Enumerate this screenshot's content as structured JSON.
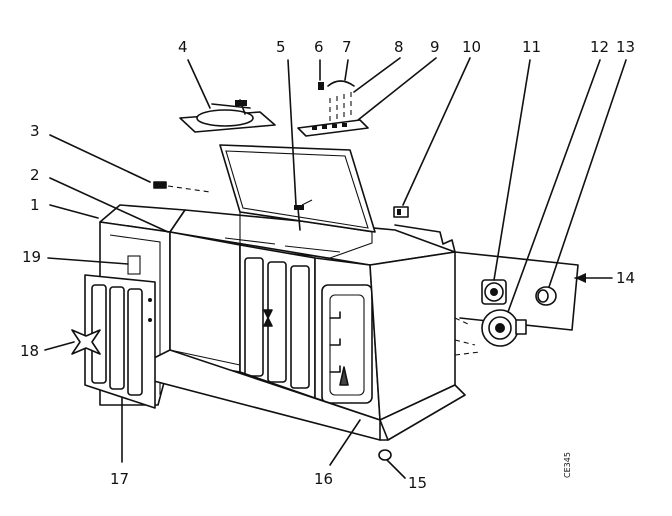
{
  "callouts": [
    {
      "id": "1",
      "label": "1"
    },
    {
      "id": "2",
      "label": "2"
    },
    {
      "id": "3",
      "label": "3"
    },
    {
      "id": "4",
      "label": "4"
    },
    {
      "id": "5",
      "label": "5"
    },
    {
      "id": "6",
      "label": "6"
    },
    {
      "id": "7",
      "label": "7"
    },
    {
      "id": "8",
      "label": "8"
    },
    {
      "id": "9",
      "label": "9"
    },
    {
      "id": "10",
      "label": "10"
    },
    {
      "id": "11",
      "label": "11"
    },
    {
      "id": "12",
      "label": "12"
    },
    {
      "id": "13",
      "label": "13"
    },
    {
      "id": "14",
      "label": "14"
    },
    {
      "id": "15",
      "label": "15"
    },
    {
      "id": "16",
      "label": "16"
    },
    {
      "id": "17",
      "label": "17"
    },
    {
      "id": "18",
      "label": "18"
    },
    {
      "id": "19",
      "label": "19"
    }
  ],
  "drawing_code": "CE345"
}
